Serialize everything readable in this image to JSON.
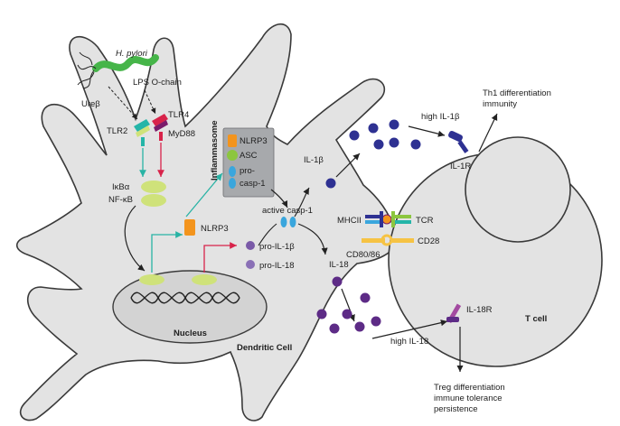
{
  "labels": {
    "h_pylori": "H. pylori",
    "lps": "LPS O-chain",
    "ureb": "Ureβ",
    "tlr2": "TLR2",
    "tlr4": "TLR4",
    "myd88": "MyD88",
    "ikba": "IκBα",
    "nfkb": "NF-κB",
    "inflammasome": "Inflammasome",
    "nlrp3_box": "NLRP3",
    "asc": "ASC",
    "pro1": "pro-",
    "casp1": "casp-1",
    "nlrp3": "NLRP3",
    "active_casp1": "active casp-1",
    "il1b": "IL-1β",
    "il18": "IL-18",
    "pro_il1b": "pro-IL-1β",
    "pro_il18": "pro-IL-18",
    "nucleus": "Nucleus",
    "dendritic_cell": "Dendritic Cell",
    "high_il1b": "high IL-1β",
    "high_il18": "high IL-18",
    "il1r": "IL-1R",
    "il18r": "IL-18R",
    "mhcii": "MHCII",
    "tcr": "TCR",
    "cd28": "CD28",
    "cd8086": "CD80/86",
    "t_cell": "T cell",
    "th1_line1": "Th1 differentiation",
    "th1_line2": "immunity",
    "treg_line1": "Treg differentiation",
    "treg_line2": "immune tolerance",
    "treg_line3": "persistence"
  },
  "colors": {
    "cell_fill": "#e3e3e3",
    "cell_stroke": "#3a3a3a",
    "bacterium": "#46b549",
    "tlr2": "#24b5a8",
    "tlr4": "#d8234a",
    "ikb": "#cfe27a",
    "nlrp3": "#f3941d",
    "asc": "#8cc63f",
    "casp": "#3aa6dd",
    "il1b": "#2e3192",
    "il18": "#5d2b86",
    "pro_il1b": "#7a5aa8",
    "pro_il18": "#8a70b6",
    "teal_arrow": "#28b3a5",
    "red_arrow": "#d8234a"
  }
}
